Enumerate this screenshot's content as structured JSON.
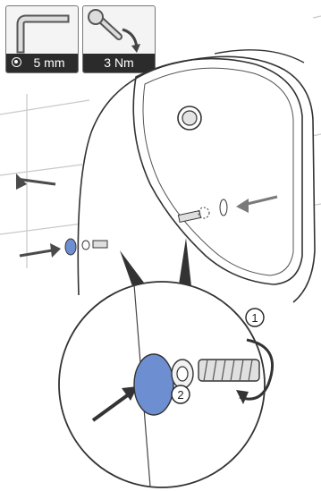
{
  "tools": {
    "hex_key": {
      "icon": "hex-key-icon",
      "label": "5 mm",
      "label_icon": "socket-symbol-icon"
    },
    "torque_wrench": {
      "icon": "torque-wrench-icon",
      "label": "3 Nm"
    }
  },
  "steps": {
    "first": "1",
    "second": "2"
  },
  "colors": {
    "accent_blue": "#6d8fd1",
    "arrow_gray": "#4a4a4a",
    "line": "#333333"
  }
}
